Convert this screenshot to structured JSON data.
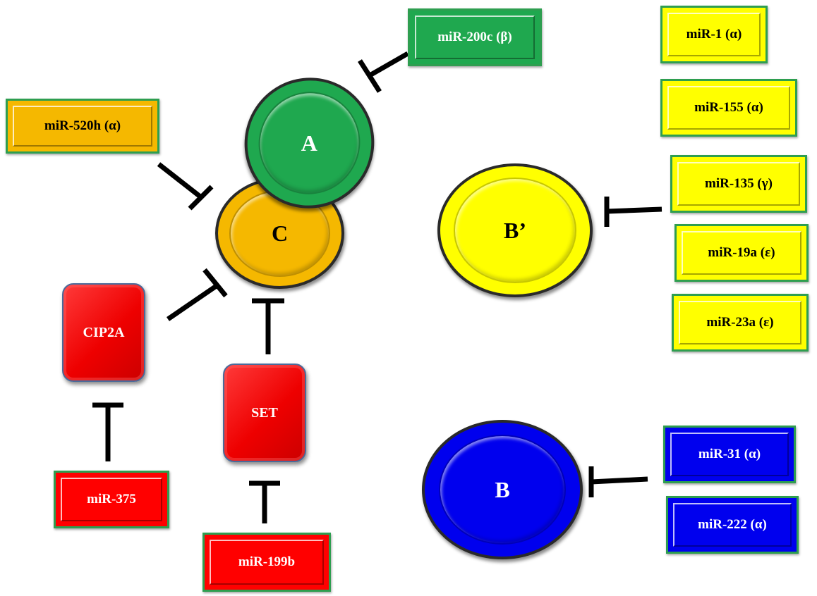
{
  "nodes": {
    "A": {
      "label": "A",
      "color": "#1fa84f",
      "text_color": "#ffffff"
    },
    "C": {
      "label": "C",
      "color": "#f5b800",
      "text_color": "#000000"
    },
    "Bp": {
      "label": "B’",
      "color": "#ffff00",
      "text_color": "#000000"
    },
    "B": {
      "label": "B",
      "color": "#0000ee",
      "text_color": "#ffffff"
    }
  },
  "regulators": {
    "CIP2A": {
      "label": "CIP2A",
      "color": "#ff0000"
    },
    "SET": {
      "label": "SET",
      "color": "#ff0000"
    }
  },
  "mirnas": {
    "mir200c": {
      "label": "miR-200c (β)",
      "color": "#1fa84f",
      "text_color": "#ffffff"
    },
    "mir520h": {
      "label": "miR-520h (α)",
      "color": "#f5b800",
      "text_color": "#000000"
    },
    "mir1": {
      "label": "miR-1 (α)",
      "color": "#ffff00",
      "text_color": "#000000"
    },
    "mir155": {
      "label": "miR-155 (α)",
      "color": "#ffff00",
      "text_color": "#000000"
    },
    "mir135": {
      "label": "miR-135 (γ)",
      "color": "#ffff00",
      "text_color": "#000000"
    },
    "mir19a": {
      "label": "miR-19a (ε)",
      "color": "#ffff00",
      "text_color": "#000000"
    },
    "mir23a": {
      "label": "miR-23a (ε)",
      "color": "#ffff00",
      "text_color": "#000000"
    },
    "mir31": {
      "label": "miR-31 (α)",
      "color": "#0000ee",
      "text_color": "#ffffff"
    },
    "mir222": {
      "label": "miR-222 (α)",
      "color": "#0000ee",
      "text_color": "#ffffff"
    },
    "mir375": {
      "label": "miR-375",
      "color": "#ff0000",
      "text_color": "#ffffff"
    },
    "mir199b": {
      "label": "miR-199b",
      "color": "#ff0000",
      "text_color": "#ffffff"
    }
  },
  "edges": [
    {
      "from": "miR-200c (β)",
      "to": "A",
      "type": "inhibition"
    },
    {
      "from": "miR-520h (α)",
      "to": "C",
      "type": "inhibition"
    },
    {
      "from": "CIP2A",
      "to": "C",
      "type": "inhibition"
    },
    {
      "from": "SET",
      "to": "C",
      "type": "inhibition"
    },
    {
      "from": "miR-375",
      "to": "CIP2A",
      "type": "inhibition"
    },
    {
      "from": "miR-199b",
      "to": "SET",
      "type": "inhibition"
    },
    {
      "from": "miR-135 (γ)",
      "to": "B’",
      "type": "inhibition"
    },
    {
      "from": "miR-31 (α)",
      "to": "B",
      "type": "inhibition"
    }
  ]
}
